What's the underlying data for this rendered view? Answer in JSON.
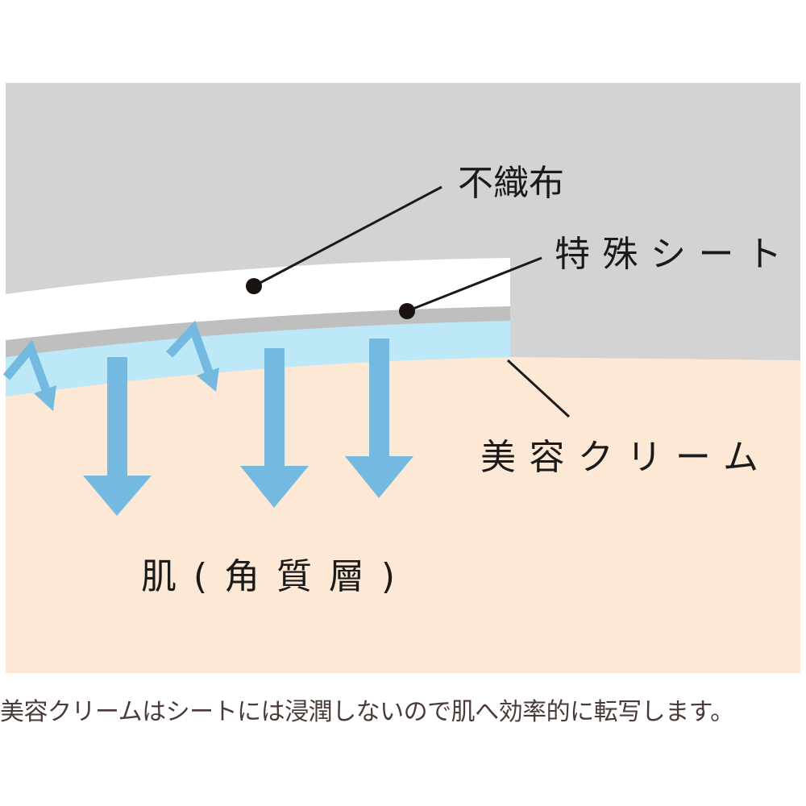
{
  "labels": {
    "nonwoven": "不織布",
    "special_sheet": "特殊シート",
    "cream": "美容クリーム",
    "skin": "肌(角質層)"
  },
  "caption": "美容クリームはシートには浸潤しないので肌へ効率的に転写します。",
  "colors": {
    "background": "#d3d3d3",
    "skin": "#fde8d5",
    "cream": "#bde8f8",
    "sheet": "#bfbfbf",
    "nonwoven": "#ffffff",
    "arrow": "#74b9df",
    "caption": "#4a3a38"
  }
}
